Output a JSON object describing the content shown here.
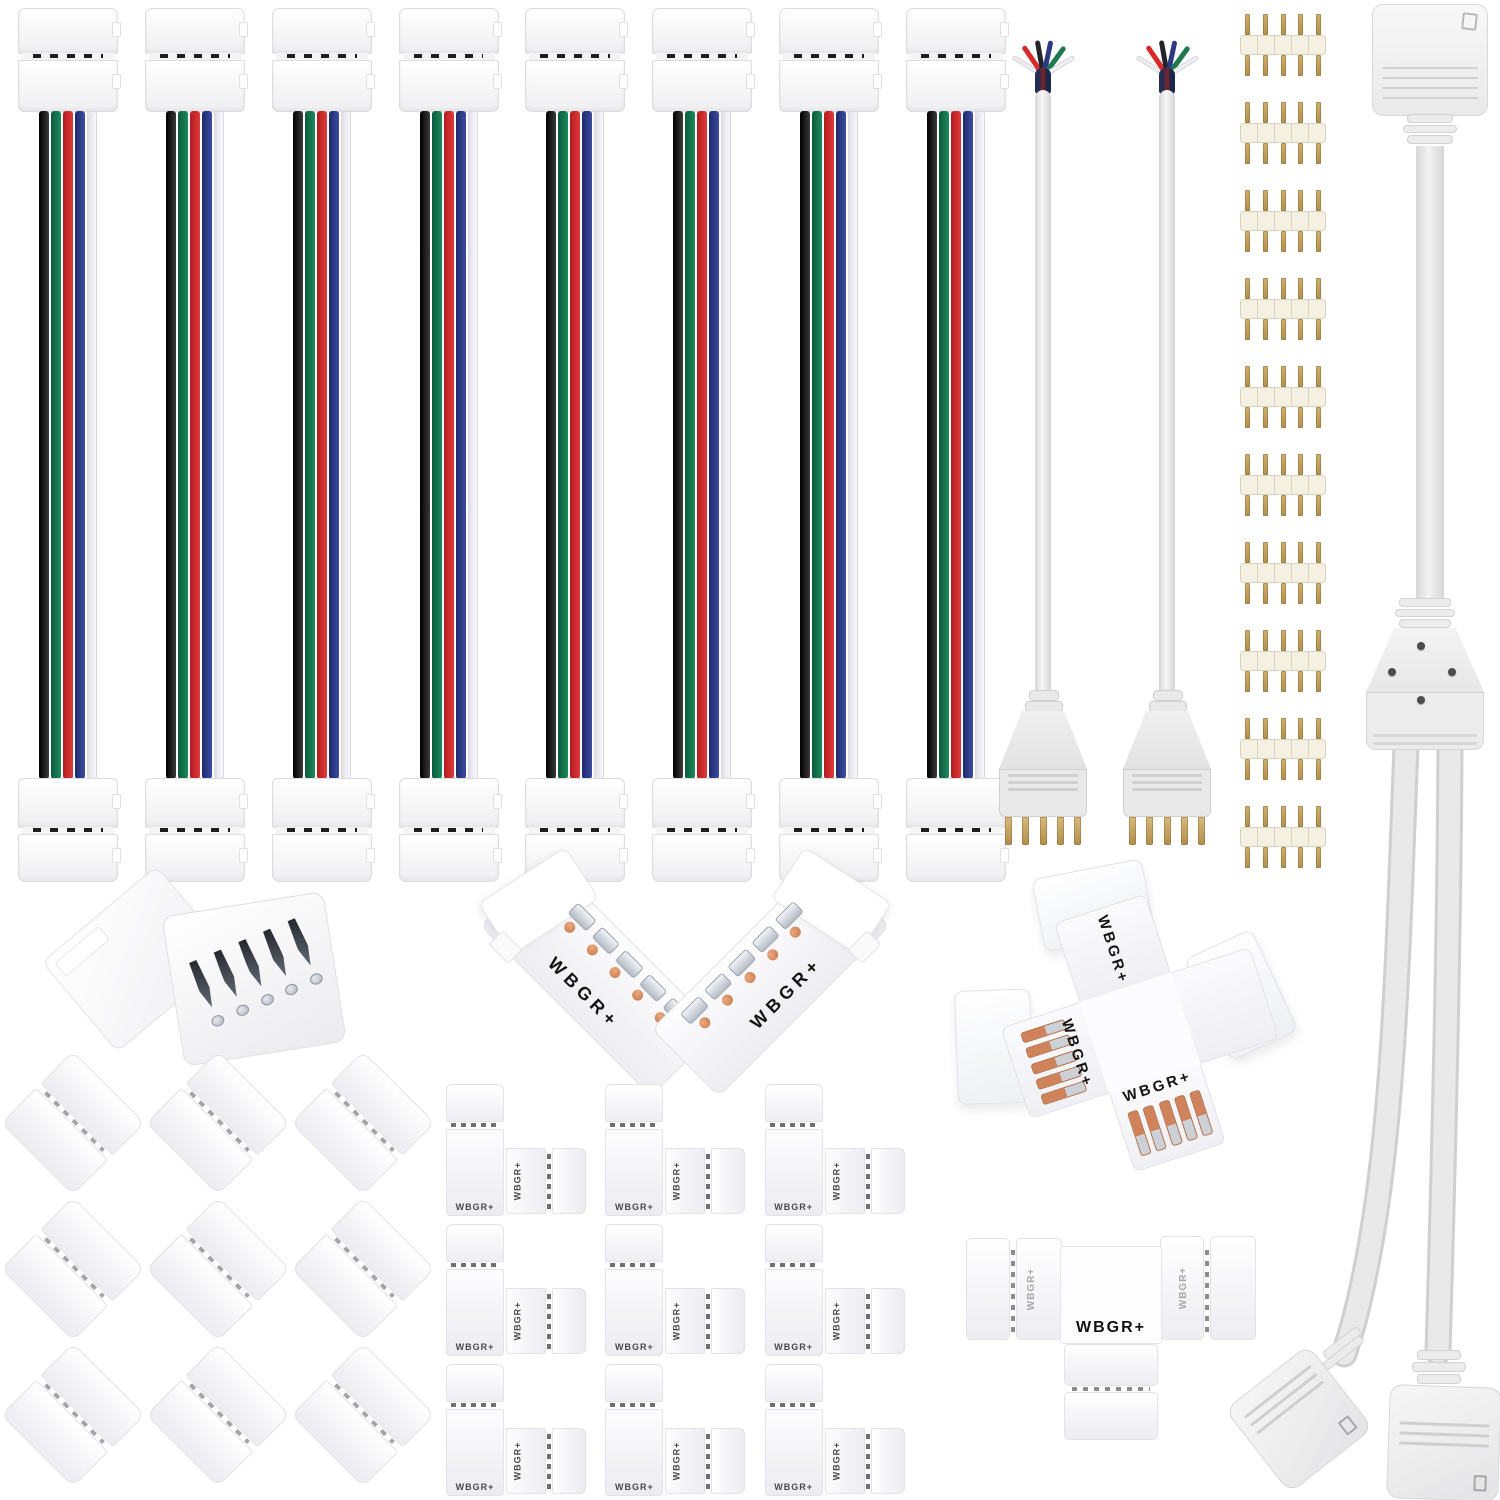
{
  "image": {
    "title": "5-pin RGBW LED strip light connector kit",
    "background": "#ffffff"
  },
  "labels": {
    "pin_marking": "WBGR+"
  },
  "colors": {
    "wire_black": "#1c1c1c",
    "wire_green": "#177a52",
    "wire_red": "#d7282b",
    "wire_blue": "#2c3a86",
    "wire_white": "#f4f4f8",
    "plastic_white": "#f4f4f4",
    "cable_gray": "#e6e6e6",
    "pin_gold": "#c3a265",
    "contact_copper": "#d0835a",
    "contact_silver": "#c3c8cf"
  },
  "components": {
    "strip_jumpers": {
      "name": "strip-to-strip jumper cable with clip ends",
      "count": 8
    },
    "pigtails": {
      "name": "4-pin male pigtail wire with bare end",
      "count": 2
    },
    "pin_headers": {
      "name": "4-pin male header pin",
      "count": 10
    },
    "y_splitter": {
      "name": "1-to-2 Y splitter extension cable",
      "count": 1
    },
    "open_clip": {
      "name": "gapless clip connector shown open",
      "count": 1
    },
    "l_connector_open": {
      "name": "L-shape corner connector shown open",
      "count": 1
    },
    "cross_connector_open": {
      "name": "cross-shape connector shown open",
      "count": 1
    },
    "square_clips": {
      "name": "gapless strip clip connector",
      "count": 9
    },
    "l_connectors": {
      "name": "L-shape corner connector",
      "count": 9
    },
    "t_connector": {
      "name": "T-shape connector",
      "count": 1
    }
  }
}
